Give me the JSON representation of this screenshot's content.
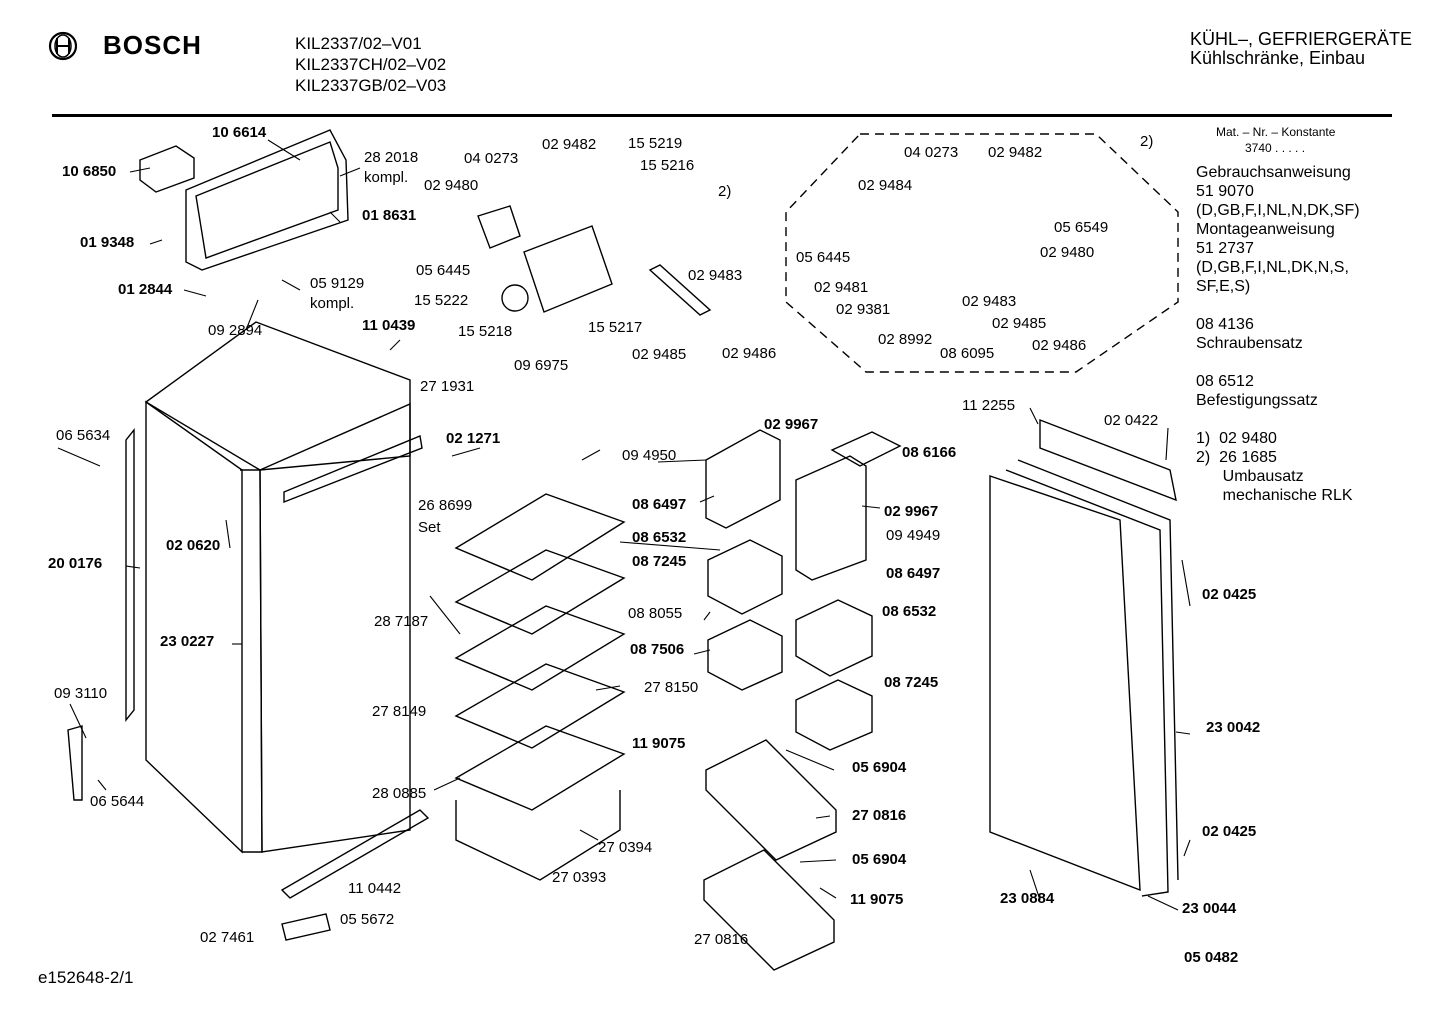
{
  "header": {
    "brand": "BOSCH",
    "models": [
      "KIL2337/02–V01",
      "KIL2337CH/02–V02",
      "KIL2337GB/02–V03"
    ],
    "category": "KÜHL–, GEFRIERGERÄTE",
    "subcategory": "Kühlschränke, Einbau"
  },
  "side_panel": {
    "mat_label": "Mat. – Nr. – Konstante",
    "mat_value": "3740  .  .  .  .  .",
    "lines": [
      "Gebrauchsanweisung",
      "51 9070",
      "(D,GB,F,I,NL,N,DK,SF)",
      "Montageanweisung",
      "51 2737",
      "(D,GB,F,I,NL,DK,N,S,",
      "SF,E,S)",
      "",
      "08 4136",
      "Schraubensatz",
      "",
      "08 6512",
      "Befestigungssatz",
      "",
      "1)  02 9480",
      "2)  26 1685",
      "      Umbausatz",
      "      mechanische RLK"
    ]
  },
  "footer": {
    "ref": "e152648-2/1"
  },
  "part_labels": [
    {
      "t": "10 6614",
      "b": true
    },
    {
      "t": "10 6850",
      "b": true
    },
    {
      "t": "28 2018",
      "b": false
    },
    {
      "t": "kompl.",
      "b": false
    },
    {
      "t": "01 8631",
      "b": true
    },
    {
      "t": "01 9348",
      "b": true
    },
    {
      "t": "01 2844",
      "b": true
    },
    {
      "t": "05 9129",
      "b": false
    },
    {
      "t": "kompl.",
      "b": false
    },
    {
      "t": "09 2894",
      "b": false
    },
    {
      "t": "11 0439",
      "b": true
    },
    {
      "t": "27 1931",
      "b": false
    },
    {
      "t": "06 5634",
      "b": false
    },
    {
      "t": "02 1271",
      "b": true
    },
    {
      "t": "26 8699",
      "b": false
    },
    {
      "t": "Set",
      "b": false
    },
    {
      "t": "02 0620",
      "b": true
    },
    {
      "t": "20 0176",
      "b": true
    },
    {
      "t": "28 7187",
      "b": false
    },
    {
      "t": "23 0227",
      "b": true
    },
    {
      "t": "09 3110",
      "b": false
    },
    {
      "t": "27 8149",
      "b": false
    },
    {
      "t": "27 8150",
      "b": false
    },
    {
      "t": "06 5644",
      "b": false
    },
    {
      "t": "28 0885",
      "b": false
    },
    {
      "t": "27 0394",
      "b": false
    },
    {
      "t": "27 0393",
      "b": false
    },
    {
      "t": "11 0442",
      "b": false
    },
    {
      "t": "05 5672",
      "b": false
    },
    {
      "t": "02 7461",
      "b": false
    },
    {
      "t": "04 0273",
      "b": false
    },
    {
      "t": "02 9482",
      "b": false
    },
    {
      "t": "15 5219",
      "b": false
    },
    {
      "t": "15 5216",
      "b": false
    },
    {
      "t": "02 9480",
      "b": false
    },
    {
      "t": "2)",
      "b": false
    },
    {
      "t": "05 6445",
      "b": false
    },
    {
      "t": "02 9483",
      "b": false
    },
    {
      "t": "15 5222",
      "b": false
    },
    {
      "t": "15 5218",
      "b": false
    },
    {
      "t": "15 5217",
      "b": false
    },
    {
      "t": "09 6975",
      "b": false
    },
    {
      "t": "02 9485",
      "b": false
    },
    {
      "t": "02 9486",
      "b": false
    },
    {
      "t": "04 0273",
      "b": false
    },
    {
      "t": "02 9482",
      "b": false
    },
    {
      "t": "2)",
      "b": false
    },
    {
      "t": "02 9484",
      "b": false
    },
    {
      "t": "05 6549",
      "b": false
    },
    {
      "t": "05 6445",
      "b": false
    },
    {
      "t": "02 9480",
      "b": false
    },
    {
      "t": "02 9481",
      "b": false
    },
    {
      "t": "02 9483",
      "b": false
    },
    {
      "t": "02 9381",
      "b": false
    },
    {
      "t": "02 9485",
      "b": false
    },
    {
      "t": "02 8992",
      "b": false
    },
    {
      "t": "08 6095",
      "b": false
    },
    {
      "t": "02 9486",
      "b": false
    },
    {
      "t": "09 4950",
      "b": false
    },
    {
      "t": "02 9967",
      "b": true
    },
    {
      "t": "08 6166",
      "b": true
    },
    {
      "t": "08 6497",
      "b": true
    },
    {
      "t": "02 9967",
      "b": true
    },
    {
      "t": "09 4949",
      "b": false
    },
    {
      "t": "08 6532",
      "b": true
    },
    {
      "t": "08 7245",
      "b": true
    },
    {
      "t": "08 6497",
      "b": true
    },
    {
      "t": "08 8055",
      "b": false
    },
    {
      "t": "08 6532",
      "b": true
    },
    {
      "t": "08 7506",
      "b": true
    },
    {
      "t": "08 7245",
      "b": true
    },
    {
      "t": "11 9075",
      "b": true
    },
    {
      "t": "05 6904",
      "b": true
    },
    {
      "t": "27 0816",
      "b": true
    },
    {
      "t": "05 6904",
      "b": true
    },
    {
      "t": "11 9075",
      "b": true
    },
    {
      "t": "27 0816",
      "b": false
    },
    {
      "t": "11 2255",
      "b": false
    },
    {
      "t": "02 0422",
      "b": false
    },
    {
      "t": "02 0425",
      "b": true
    },
    {
      "t": "23 0042",
      "b": true
    },
    {
      "t": "02 0425",
      "b": true
    },
    {
      "t": "23 0884",
      "b": true
    },
    {
      "t": "23 0044",
      "b": true
    },
    {
      "t": "05 0482",
      "b": true
    }
  ]
}
